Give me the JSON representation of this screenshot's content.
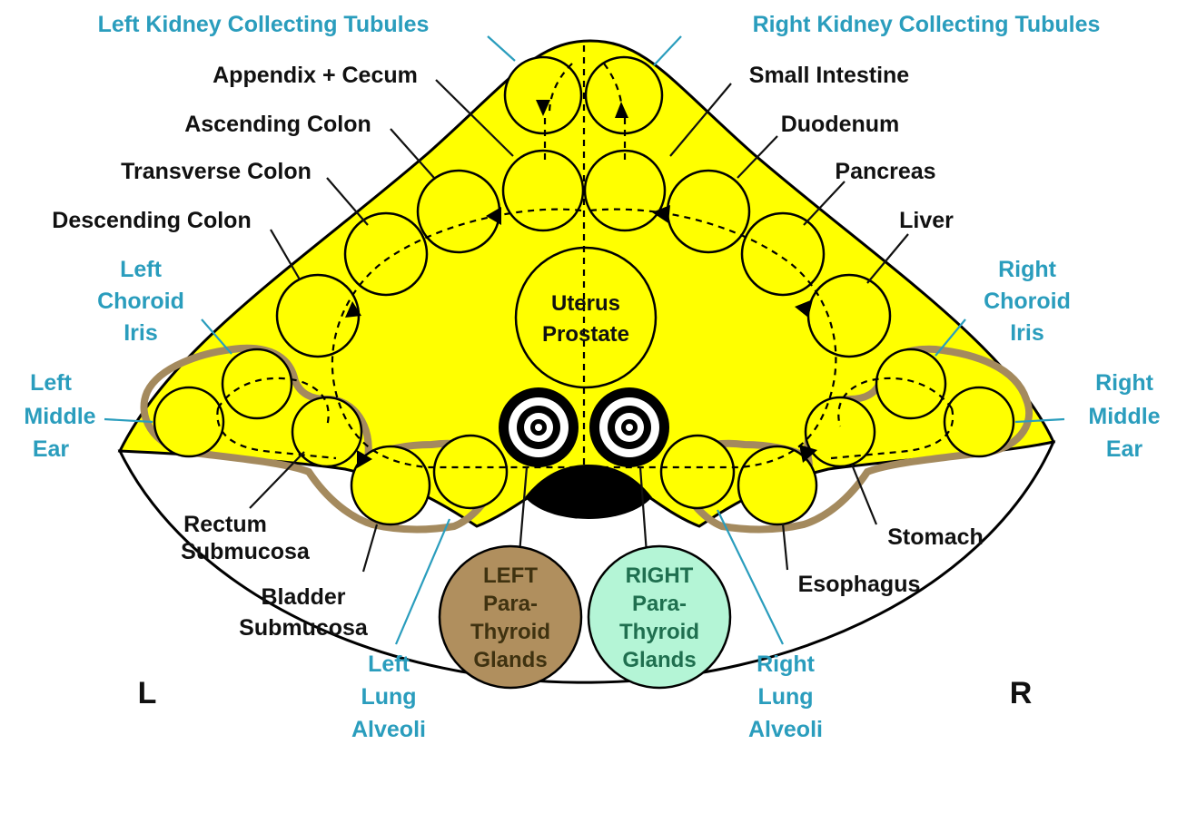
{
  "labels": {
    "left_kidney": "Left Kidney Collecting Tubules",
    "right_kidney": "Right Kidney Collecting Tubules",
    "appendix": "Appendix + Cecum",
    "small_intestine": "Small Intestine",
    "ascending_colon": "Ascending Colon",
    "duodenum": "Duodenum",
    "transverse_colon": "Transverse Colon",
    "pancreas": "Pancreas",
    "descending_colon": "Descending Colon",
    "liver": "Liver",
    "left_choroid": [
      "Left",
      "Choroid",
      "Iris"
    ],
    "right_choroid": [
      "Right",
      "Choroid",
      "Iris"
    ],
    "left_middle_ear": [
      "Left",
      "Middle",
      "Ear"
    ],
    "right_middle_ear": [
      "Right",
      "Middle",
      "Ear"
    ],
    "uterus": [
      "Uterus",
      "Prostate"
    ],
    "rectum": [
      "Rectum",
      "Submucosa"
    ],
    "bladder": [
      "Bladder",
      "Submucosa"
    ],
    "stomach": "Stomach",
    "esophagus": "Esophagus",
    "left_lung": [
      "Left",
      "Lung",
      "Alveoli"
    ],
    "right_lung": [
      "Right",
      "Lung",
      "Alveoli"
    ],
    "left_parathyroid": [
      "LEFT",
      "Para-",
      "Thyroid",
      "Glands"
    ],
    "right_parathyroid": [
      "RIGHT",
      "Para-",
      "Thyroid",
      "Glands"
    ],
    "side_left": "L",
    "side_right": "R"
  },
  "colors": {
    "organ_fill": "#ffff00",
    "label_blue": "#2a9dbd",
    "membrane_brown": "#a48a5e",
    "left_gland": "#b08f5e",
    "right_gland": "#b4f5d6"
  }
}
